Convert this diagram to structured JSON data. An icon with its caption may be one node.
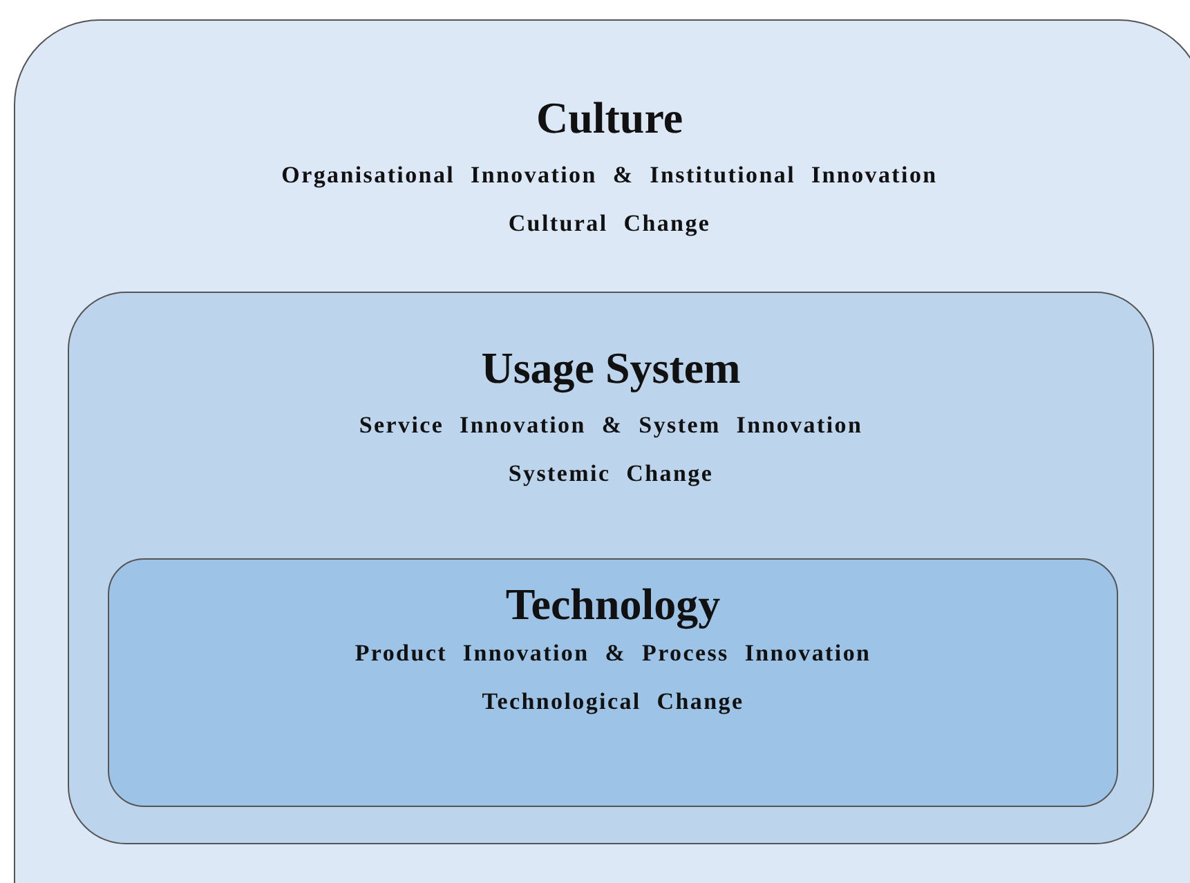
{
  "diagram": {
    "nodes": [
      {
        "text": [
          "Culture",
          "Organisational Innovation & Institutional Innovation",
          "Cultural Change"
        ]
      },
      {
        "text": [
          "Usage System",
          "Service Innovation & System Innovation",
          "Systemic Change"
        ],
        "in": 0
      },
      {
        "text": [
          "Technology",
          "Product Innovation & Process Innovation",
          "Technological Change"
        ],
        "in": 1
      }
    ]
  }
}
